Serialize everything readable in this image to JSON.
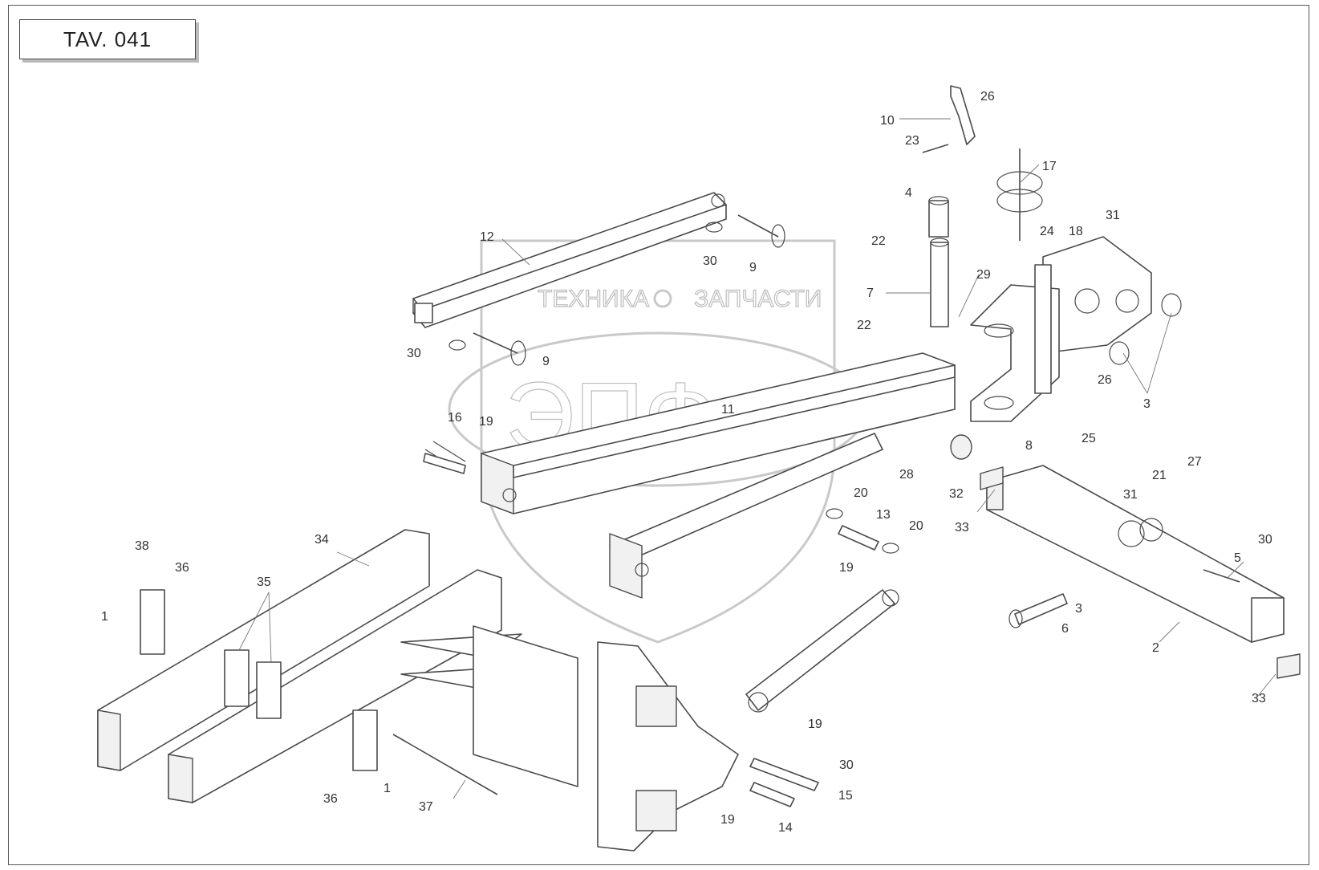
{
  "title": "TAV. 041",
  "watermark": {
    "line1": "ТЕХНИКА",
    "line2": "ЗАПЧАСТИ",
    "logo": "ЭПФ"
  },
  "callouts": [
    {
      "id": "c1",
      "text": "1"
    },
    {
      "id": "c2",
      "text": "1"
    },
    {
      "id": "c3",
      "text": "2"
    },
    {
      "id": "c4",
      "text": "3"
    },
    {
      "id": "c5",
      "text": "3"
    },
    {
      "id": "c6",
      "text": "4"
    },
    {
      "id": "c7",
      "text": "5"
    },
    {
      "id": "c8",
      "text": "6"
    },
    {
      "id": "c9",
      "text": "7"
    },
    {
      "id": "c10",
      "text": "8"
    },
    {
      "id": "c11",
      "text": "9"
    },
    {
      "id": "c12",
      "text": "9"
    },
    {
      "id": "c13",
      "text": "10"
    },
    {
      "id": "c14",
      "text": "11"
    },
    {
      "id": "c15",
      "text": "12"
    },
    {
      "id": "c16",
      "text": "13"
    },
    {
      "id": "c17",
      "text": "14"
    },
    {
      "id": "c18",
      "text": "15"
    },
    {
      "id": "c19",
      "text": "16"
    },
    {
      "id": "c20",
      "text": "17"
    },
    {
      "id": "c21",
      "text": "18"
    },
    {
      "id": "c22",
      "text": "19"
    },
    {
      "id": "c23",
      "text": "19"
    },
    {
      "id": "c24",
      "text": "19"
    },
    {
      "id": "c25",
      "text": "19"
    },
    {
      "id": "c26",
      "text": "20"
    },
    {
      "id": "c27",
      "text": "20"
    },
    {
      "id": "c28",
      "text": "21"
    },
    {
      "id": "c29",
      "text": "22"
    },
    {
      "id": "c30",
      "text": "22"
    },
    {
      "id": "c31",
      "text": "23"
    },
    {
      "id": "c32",
      "text": "24"
    },
    {
      "id": "c33",
      "text": "25"
    },
    {
      "id": "c34",
      "text": "26"
    },
    {
      "id": "c35",
      "text": "26"
    },
    {
      "id": "c36",
      "text": "27"
    },
    {
      "id": "c37",
      "text": "28"
    },
    {
      "id": "c38",
      "text": "29"
    },
    {
      "id": "c39",
      "text": "30"
    },
    {
      "id": "c40",
      "text": "30"
    },
    {
      "id": "c41",
      "text": "30"
    },
    {
      "id": "c42",
      "text": "30"
    },
    {
      "id": "c43",
      "text": "31"
    },
    {
      "id": "c44",
      "text": "31"
    },
    {
      "id": "c45",
      "text": "32"
    },
    {
      "id": "c46",
      "text": "33"
    },
    {
      "id": "c47",
      "text": "33"
    },
    {
      "id": "c48",
      "text": "34"
    },
    {
      "id": "c49",
      "text": "35"
    },
    {
      "id": "c50",
      "text": "36"
    },
    {
      "id": "c51",
      "text": "36"
    },
    {
      "id": "c52",
      "text": "37"
    },
    {
      "id": "c53",
      "text": "38"
    }
  ]
}
